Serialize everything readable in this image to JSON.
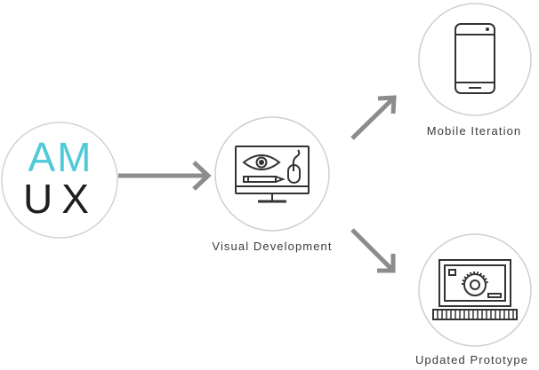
{
  "logo": {
    "line1": "AM",
    "line2": "UX",
    "accent_color": "#4fcad6",
    "dark_color": "#1f1f1f"
  },
  "nodes": {
    "visual_development": {
      "label": "Visual Development",
      "icon": "monitor-eye-icon"
    },
    "mobile_iteration": {
      "label": "Mobile Iteration",
      "icon": "smartphone-icon"
    },
    "updated_prototype": {
      "label": "Updated Prototype",
      "icon": "laptop-camera-icon"
    }
  },
  "colors": {
    "arrow": "#8c8c8c",
    "circle_stroke": "#cfcfcf",
    "icon_stroke": "#333333"
  }
}
